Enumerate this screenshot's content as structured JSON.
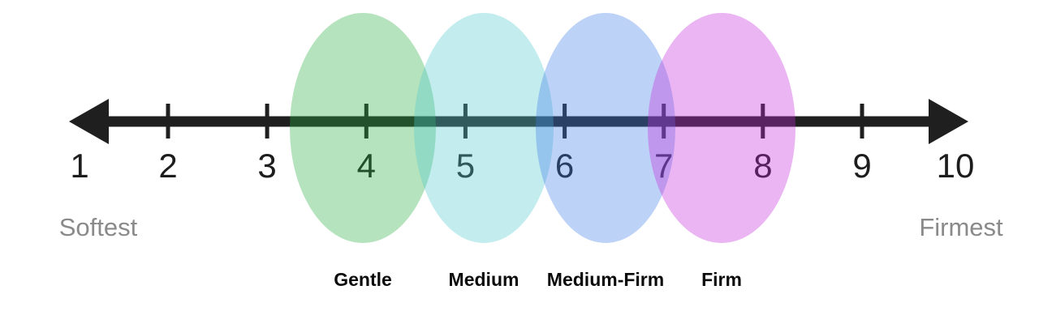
{
  "axis": {
    "numbers": [
      "1",
      "2",
      "3",
      "4",
      "5",
      "6",
      "7",
      "8",
      "9",
      "10"
    ],
    "left_end_label": "Softest",
    "right_end_label": "Firmest"
  },
  "zones": [
    {
      "label": "Gentle",
      "scale_position": "4",
      "color": "#2caf42",
      "fill": "rgba(44,175,66,0.35)"
    },
    {
      "label": "Medium",
      "scale_position": "5",
      "color": "#51c9ce",
      "fill": "rgba(81,201,206,0.35)"
    },
    {
      "label": "Medium-Firm",
      "scale_position": "6-7",
      "color": "#427ee8",
      "fill": "rgba(66,126,232,0.35)"
    },
    {
      "label": "Firm",
      "scale_position": "7-8",
      "color": "#c32cda",
      "fill": "rgba(195,44,218,0.35)"
    }
  ],
  "colors": {
    "axis": "#1f1f1f",
    "number_text": "#1d1d1d",
    "end_label_text": "#8a8a8a",
    "zone_label_text": "#0b0b0b",
    "background": "#ffffff"
  }
}
